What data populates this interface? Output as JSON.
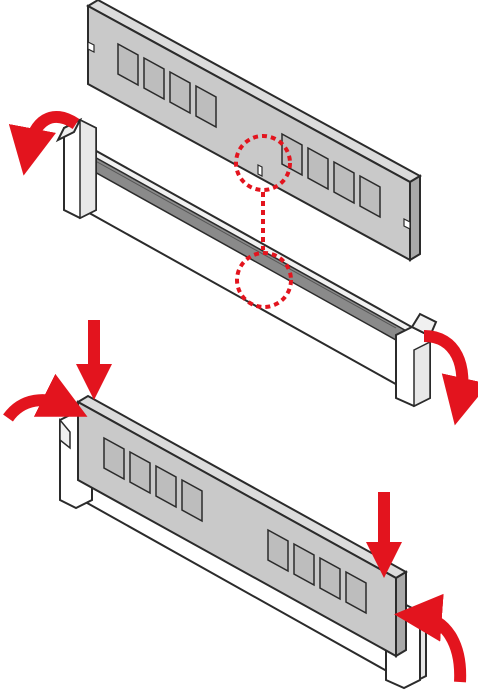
{
  "figure": {
    "kind": "memory-module-installation-illustration",
    "steps": [
      {
        "name": "align-module-notch-with-slot-key",
        "elements": [
          "dimm-module",
          "dimm-slot-open",
          "notch-highlight-circle",
          "slot-key-highlight-circle",
          "latch-open-arrows"
        ]
      },
      {
        "name": "press-module-down-latches-close",
        "elements": [
          "dimm-module-inserted",
          "dimm-slot",
          "press-down-arrows",
          "latch-close-arrows"
        ]
      }
    ],
    "module_chip_count_per_side": 4
  },
  "colors": {
    "arrow": "#e3141e",
    "module_fill": "#c9c9c9",
    "module_outline": "#2b2b2b",
    "chip_fill": "#bdbdbd",
    "slot_fill": "#ffffff",
    "slot_groove": "#8a8a8a",
    "highlight_dots": "#e3141e"
  },
  "icons": [
    "down-arrow-icon",
    "curved-arrow-icon"
  ]
}
